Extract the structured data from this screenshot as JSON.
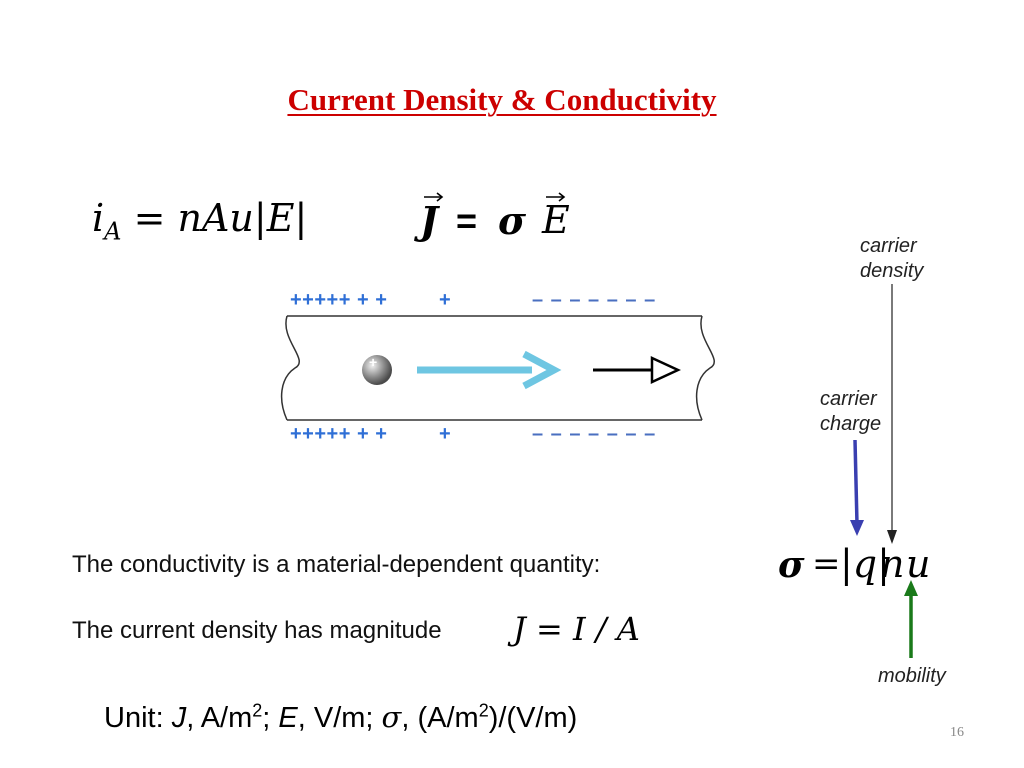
{
  "slide": {
    "title": "Current Density & Conductivity",
    "page_number": "16"
  },
  "equations": {
    "ia": {
      "lhs": "i",
      "lhs_sub": "A",
      "rhs": "= nAu|E|"
    },
    "ohm": {
      "j": "J",
      "op": "=",
      "sigma": "σ",
      "e": "E"
    },
    "j_magnitude": "J = I / A",
    "sigma_formula": {
      "sigma": "σ",
      "eq": "=",
      "q": "|q|",
      "n": "n",
      "u": "u"
    }
  },
  "diagram": {
    "top_plus": "+++++ + +",
    "top_plus_last": "+",
    "top_minus": "–   –  – – – – –",
    "bottom_plus": "+++++ + +",
    "bottom_plus_last": "+",
    "bottom_minus": "–   –  – – – – –",
    "charge_sign": "+"
  },
  "annotations": {
    "carrier_density_1": "carrier",
    "carrier_density_2": "density",
    "carrier_charge_1": "carrier",
    "carrier_charge_2": "charge",
    "mobility": "mobility"
  },
  "text": {
    "conductivity_line": "The conductivity is a material-dependent quantity:",
    "current_density_line": "The current density has magnitude"
  },
  "units": {
    "prefix": "Unit:  ",
    "j": "J",
    "j_unit_pre": ", A/m",
    "j_unit_exp": "2",
    "sep1": "; ",
    "e": "E",
    "e_unit": ", V/m;  ",
    "sigma": "σ",
    "sigma_unit_a": ", (A/m",
    "sigma_unit_exp": "2",
    "sigma_unit_b": ")/(V/m)"
  },
  "colors": {
    "title": "#cc0000",
    "plus_charges": "#2f6fd6",
    "minus_charges": "#4a6fc0",
    "velocity_arrow": "#6ec6e2",
    "charge_arrow": "#3a3fb0",
    "mobility_arrow": "#1a7a1a"
  }
}
